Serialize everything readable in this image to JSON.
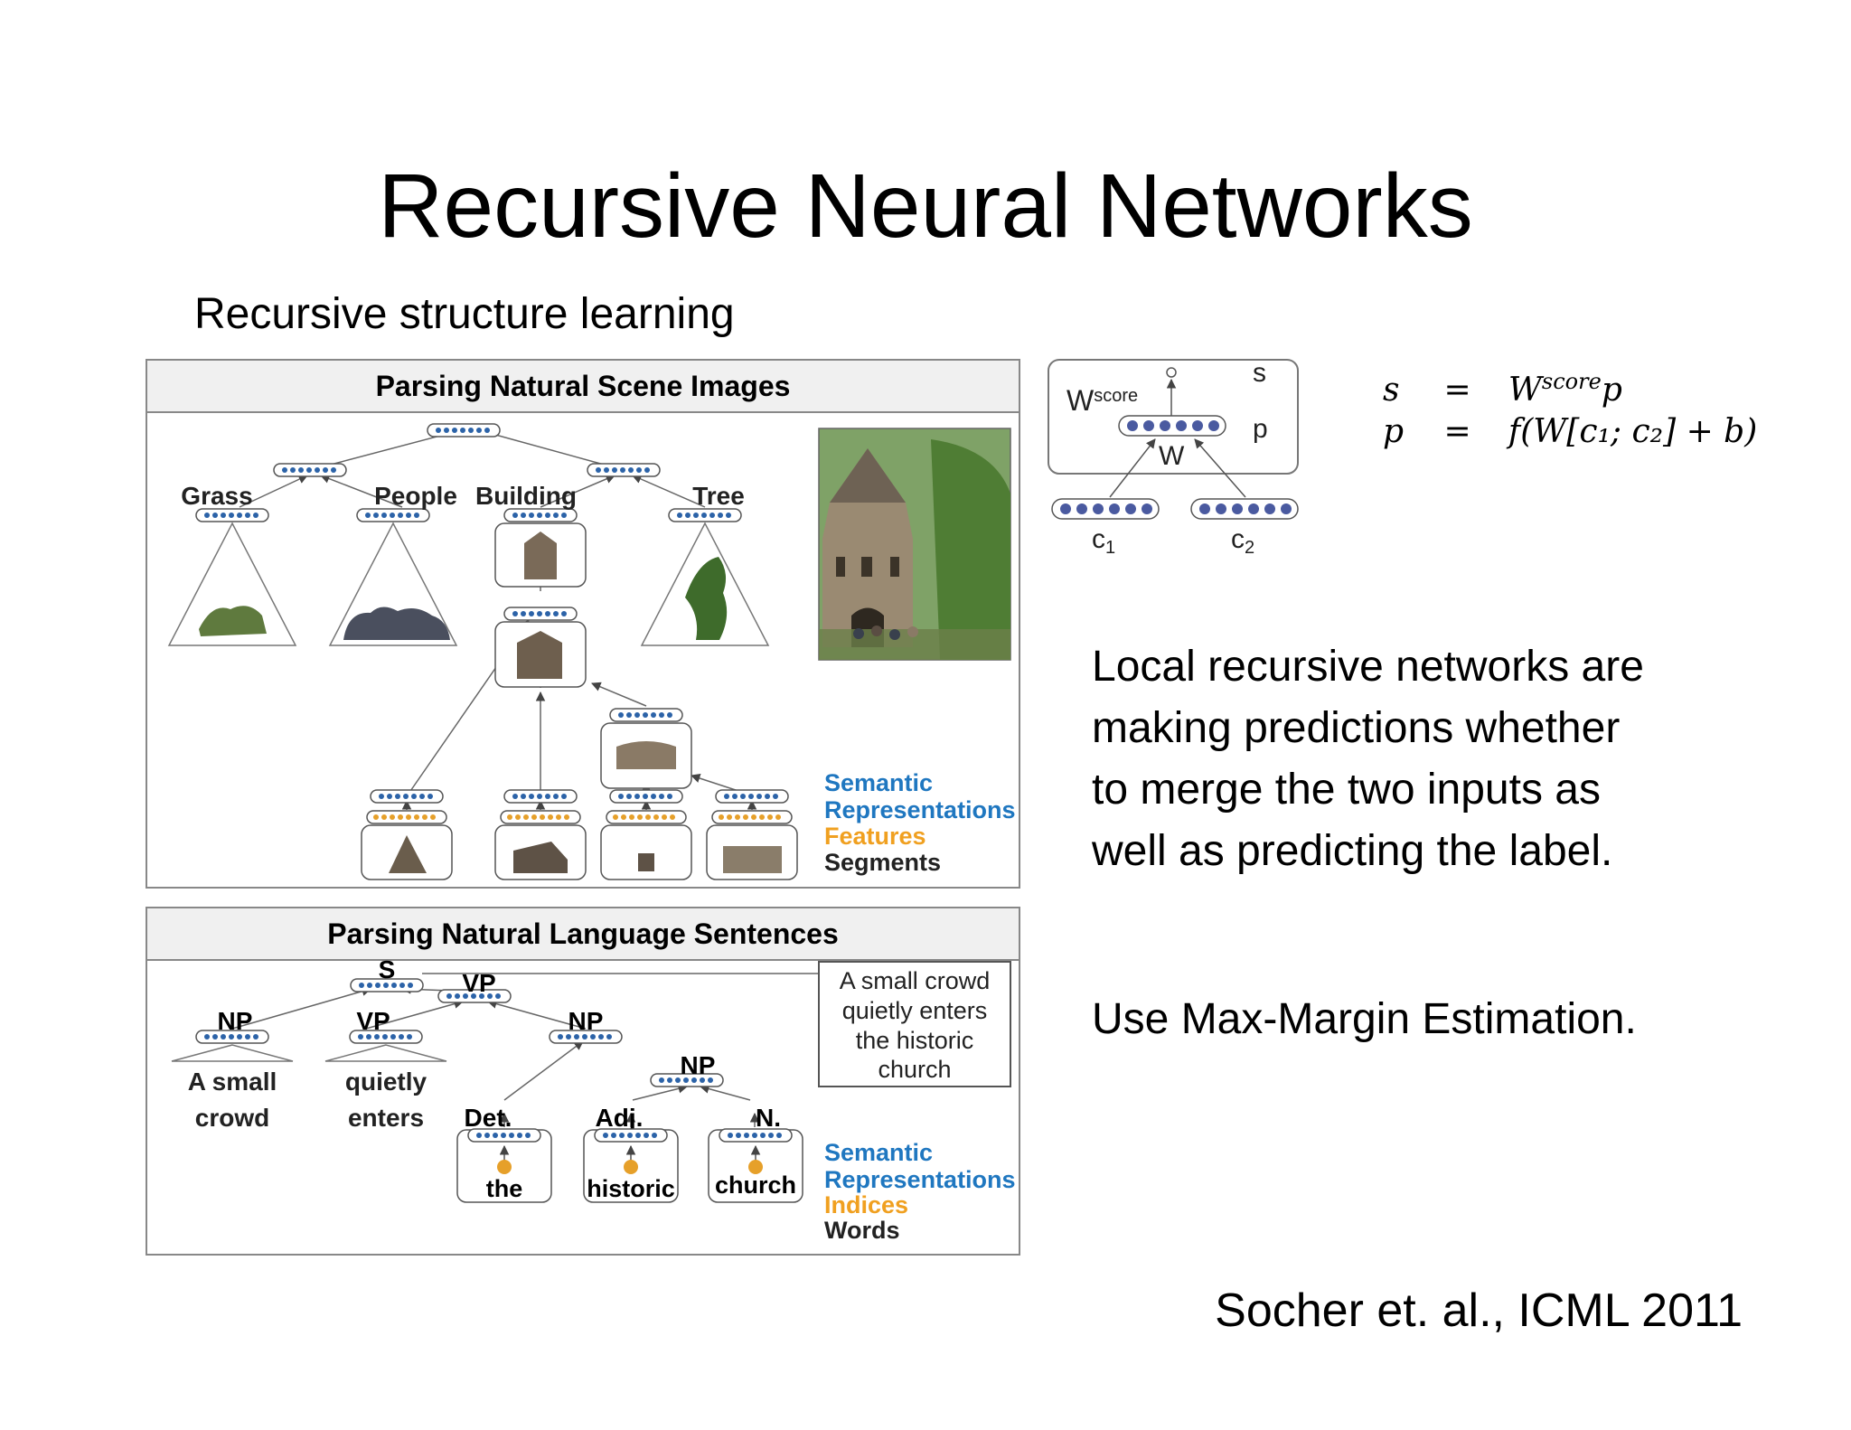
{
  "slide": {
    "title": "Recursive Neural Networks",
    "subtitle": "Recursive structure learning",
    "description": [
      "Local recursive networks are",
      "making predictions whether",
      "to merge the two inputs as",
      "well as predicting the label."
    ],
    "method": "Use Max-Margin Estimation.",
    "citation": "Socher et. al., ICML 2011"
  },
  "scene_panel": {
    "title": "Parsing Natural Scene Images",
    "labels": [
      "Grass",
      "People",
      "Building",
      "Tree"
    ],
    "legend": {
      "semantic": "Semantic",
      "representations": "Representations",
      "features": "Features",
      "segments": "Segments"
    }
  },
  "language_panel": {
    "title": "Parsing Natural Language Sentences",
    "tags": {
      "s": "S",
      "vp_top": "VP",
      "np1": "NP",
      "vp": "VP",
      "np2": "NP",
      "np3": "NP",
      "det": "Det.",
      "adj": "Adj.",
      "n": "N."
    },
    "phrases": {
      "np1_line1": "A small",
      "np1_line2": "crowd",
      "vp_line1": "quietly",
      "vp_line2": "enters"
    },
    "words": [
      "the",
      "historic",
      "church"
    ],
    "sentence": [
      "A small crowd",
      "quietly enters",
      "the historic",
      "church"
    ],
    "legend": {
      "semantic": "Semantic",
      "representations": "Representations",
      "indices": "Indices",
      "words": "Words"
    }
  },
  "network_diagram": {
    "w_score": "W",
    "w_score_sup": "score",
    "s": "s",
    "p": "p",
    "w": "W",
    "c1": "c",
    "c1_sub": "1",
    "c2": "c",
    "c2_sub": "2"
  },
  "equations": {
    "line1": {
      "lhs": "s",
      "eq": "=",
      "rhs_main": "W",
      "rhs_sup": "score",
      "rhs_tail": "p"
    },
    "line2": {
      "lhs": "p",
      "eq": "=",
      "rhs": "f(W[c₁; c₂] + b)"
    }
  },
  "colors": {
    "semantic": "#1f77c0",
    "features": "#f0a020",
    "node_fill": "#4a5aa0",
    "panel_border": "#888888",
    "panel_header": "#f0f0f0"
  }
}
